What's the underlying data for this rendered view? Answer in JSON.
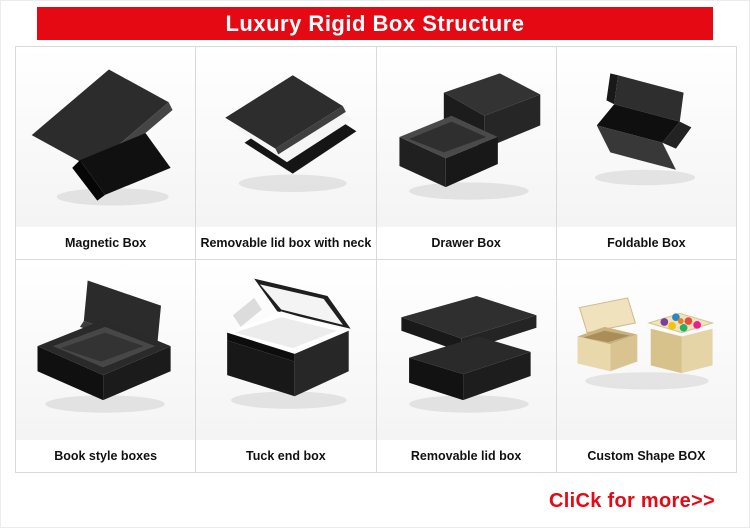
{
  "header": {
    "title": "Luxury Rigid Box Structure"
  },
  "items": [
    {
      "label": "Magnetic Box"
    },
    {
      "label": "Removable lid box with neck"
    },
    {
      "label": "Drawer Box"
    },
    {
      "label": "Foldable Box"
    },
    {
      "label": "Book style boxes"
    },
    {
      "label": "Tuck end box"
    },
    {
      "label": "Removable lid box"
    },
    {
      "label": "Custom Shape BOX"
    }
  ],
  "cta": {
    "label": "CliCk for more>>"
  },
  "colors": {
    "accent_red": "#e50914",
    "box_dark": "#232323",
    "cream": "#e9d8ac"
  }
}
